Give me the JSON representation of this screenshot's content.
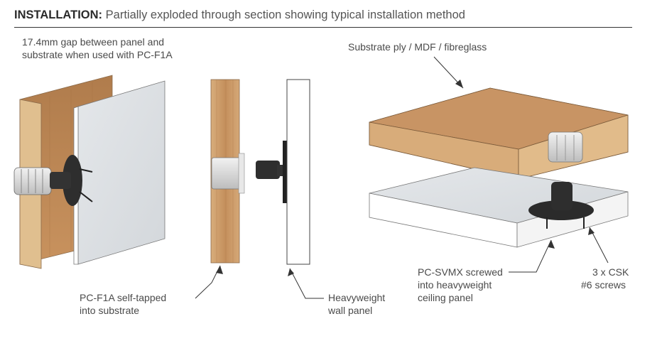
{
  "header": {
    "title": "INSTALLATION:",
    "subtitle": "Partially exploded through section showing typical installation method"
  },
  "labels": {
    "gap_line1": "17.4mm gap between panel and",
    "gap_line2": "substrate when used with PC-F1A",
    "substrate": "Substrate ply / MDF / fibreglass",
    "pcf1a_line1": "PC-F1A self-tapped",
    "pcf1a_line2": "into substrate",
    "wall_line1": "Heavyweight",
    "wall_line2": "wall panel",
    "svmx_line1": "PC-SVMX screwed",
    "svmx_line2": "into heavyweight",
    "svmx_line3": "ceiling panel",
    "csk_line1": "3 x CSK",
    "csk_line2": "#6 screws"
  },
  "colors": {
    "wood": "#c99a6a",
    "wood_dark": "#a87848",
    "panel_face": "#e6e9ec",
    "panel_edge": "#ffffff",
    "fixing_dark": "#2b2b2b",
    "insert_light": "#d9d9d9"
  }
}
